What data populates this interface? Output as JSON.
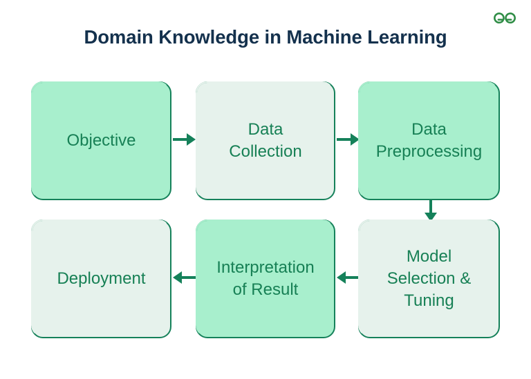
{
  "page": {
    "title": "Domain Knowledge in Machine Learning",
    "background_color": "#ffffff",
    "title_color": "#14314d"
  },
  "logo": {
    "name": "geeksforgeeks-logo",
    "color": "#2f8d46"
  },
  "palette": {
    "mint_fill": "#a8efcd",
    "light_fill": "#e6f2ec",
    "stroke": "#15815a",
    "box_text": "#178055"
  },
  "flowchart": {
    "nodes": [
      {
        "id": "objective",
        "lines": [
          "Objective"
        ],
        "fill": "mint"
      },
      {
        "id": "data-collection",
        "lines": [
          "Data",
          "Collection"
        ],
        "fill": "light"
      },
      {
        "id": "data-preprocessing",
        "lines": [
          "Data",
          "Preprocessing"
        ],
        "fill": "mint"
      },
      {
        "id": "model-selection",
        "lines": [
          "Model",
          "Selection &",
          "Tuning"
        ],
        "fill": "light"
      },
      {
        "id": "interpretation",
        "lines": [
          "Interpretation",
          "of Result"
        ],
        "fill": "mint"
      },
      {
        "id": "deployment",
        "lines": [
          "Deployment"
        ],
        "fill": "light"
      }
    ],
    "edges": [
      {
        "from": "objective",
        "to": "data-collection",
        "direction": "right"
      },
      {
        "from": "data-collection",
        "to": "data-preprocessing",
        "direction": "right"
      },
      {
        "from": "data-preprocessing",
        "to": "model-selection",
        "direction": "down"
      },
      {
        "from": "model-selection",
        "to": "interpretation",
        "direction": "left"
      },
      {
        "from": "interpretation",
        "to": "deployment",
        "direction": "left"
      }
    ]
  }
}
